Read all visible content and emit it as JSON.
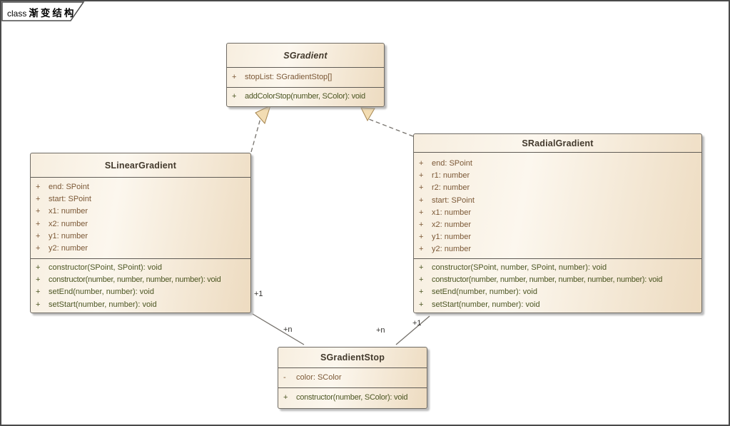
{
  "frame": {
    "keyword": "class",
    "title": "渐变结构"
  },
  "colors": {
    "box_fill_light": "#fcf7ee",
    "box_fill_dark": "#eddbc0",
    "box_border": "#6e6a63",
    "title_text": "#42392c",
    "attribute_text": "#7b5836",
    "method_text": "#4c5623",
    "connector_line": "#75716b",
    "triangle_fill": "#f3ddb3",
    "triangle_border": "#a5854f"
  },
  "classes": [
    {
      "name": "SGradient",
      "abstract": true,
      "attributes": [
        {
          "vis": "+",
          "text": "stopList: SGradientStop[]"
        }
      ],
      "methods": [
        {
          "vis": "+",
          "text": "addColorStop(number, SColor): void"
        }
      ]
    },
    {
      "name": "SLinearGradient",
      "abstract": false,
      "attributes": [
        {
          "vis": "+",
          "text": "end: SPoint"
        },
        {
          "vis": "+",
          "text": "start: SPoint"
        },
        {
          "vis": "+",
          "text": "x1: number"
        },
        {
          "vis": "+",
          "text": "x2: number"
        },
        {
          "vis": "+",
          "text": "y1: number"
        },
        {
          "vis": "+",
          "text": "y2: number"
        }
      ],
      "methods": [
        {
          "vis": "+",
          "text": "constructor(SPoint, SPoint): void"
        },
        {
          "vis": "+",
          "text": "constructor(number, number, number, number): void"
        },
        {
          "vis": "+",
          "text": "setEnd(number, number): void"
        },
        {
          "vis": "+",
          "text": "setStart(number, number): void"
        }
      ]
    },
    {
      "name": "SRadialGradient",
      "abstract": false,
      "attributes": [
        {
          "vis": "+",
          "text": "end: SPoint"
        },
        {
          "vis": "+",
          "text": "r1: number"
        },
        {
          "vis": "+",
          "text": "r2: number"
        },
        {
          "vis": "+",
          "text": "start: SPoint"
        },
        {
          "vis": "+",
          "text": "x1: number"
        },
        {
          "vis": "+",
          "text": "x2: number"
        },
        {
          "vis": "+",
          "text": "y1: number"
        },
        {
          "vis": "+",
          "text": "y2: number"
        }
      ],
      "methods": [
        {
          "vis": "+",
          "text": "constructor(SPoint, number, SPoint, number): void"
        },
        {
          "vis": "+",
          "text": "constructor(number, number, number, number, number, number): void"
        },
        {
          "vis": "+",
          "text": "setEnd(number, number): void"
        },
        {
          "vis": "+",
          "text": "setStart(number, number): void"
        }
      ]
    },
    {
      "name": "SGradientStop",
      "abstract": false,
      "attributes": [
        {
          "vis": "-",
          "text": "color: SColor"
        }
      ],
      "methods": [
        {
          "vis": "+",
          "text": "constructor(number, SColor): void"
        }
      ]
    }
  ],
  "connectors": [
    {
      "type": "realization",
      "from": "SLinearGradient",
      "to": "SGradient"
    },
    {
      "type": "realization",
      "from": "SRadialGradient",
      "to": "SGradient"
    },
    {
      "type": "association",
      "from": "SLinearGradient",
      "to": "SGradientStop",
      "from_mult": "+1",
      "to_mult": "+n"
    },
    {
      "type": "association",
      "from": "SRadialGradient",
      "to": "SGradientStop",
      "from_mult": "+1",
      "to_mult": "+n"
    }
  ]
}
